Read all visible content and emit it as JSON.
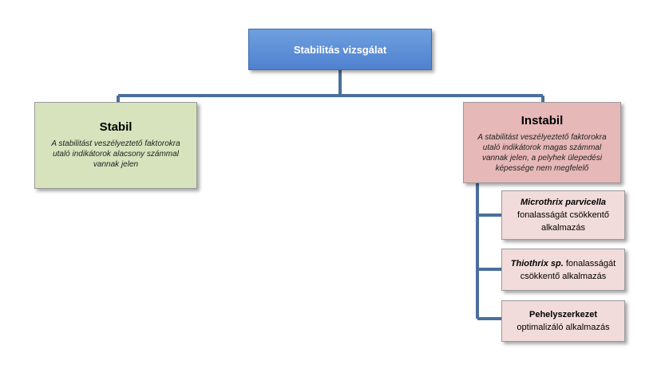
{
  "root": {
    "label": "Stabilitás vizsgálat"
  },
  "stabil": {
    "title": "Stabil",
    "description": "A stabilitást veszélyeztető faktorokra utaló indikátorok alacsony számmal vannak jelen"
  },
  "instabil": {
    "title": "Instabil",
    "description": "A stabilitást veszélyeztető faktorokra utaló indikátorok magas számmal vannak jelen, a pelyhek ülepedési képessége nem megfelelő"
  },
  "children": [
    {
      "emphasis": "Microthrix parvicella",
      "text": "fonalasságát csökkentő alkalmazás"
    },
    {
      "emphasis": "Thiothrix sp.",
      "text": "fonalasságát csökkentő alkalmazás"
    },
    {
      "emphasis": "Pehelyszerkezet",
      "text": "optimalizáló alkalmazás"
    }
  ],
  "colors": {
    "connector": "#4a6f9c",
    "root": "#4f81cf",
    "stabil": "#d6e3bc",
    "instabil": "#e6b8b7",
    "child": "#f2dcdb"
  }
}
